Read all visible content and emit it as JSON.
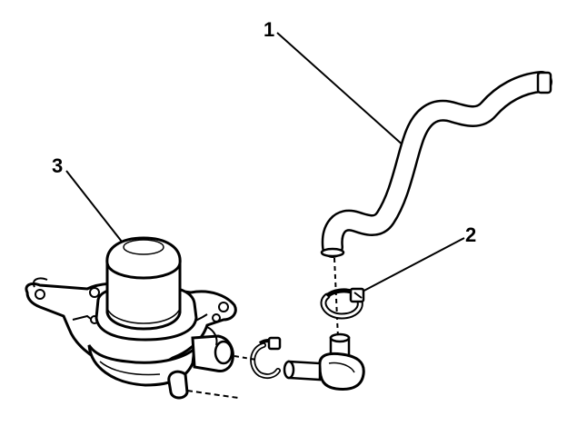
{
  "diagram": {
    "callouts": [
      {
        "id": "1",
        "label": "1"
      },
      {
        "id": "2",
        "label": "2"
      },
      {
        "id": "3",
        "label": "3"
      }
    ],
    "parts": [
      {
        "callout": "1",
        "name": "hose"
      },
      {
        "callout": "2",
        "name": "clamp"
      },
      {
        "callout": "3",
        "name": "pump"
      }
    ],
    "colors": {
      "line": "#000000",
      "fill": "#ffffff",
      "shade": "#d9d9d9"
    }
  }
}
